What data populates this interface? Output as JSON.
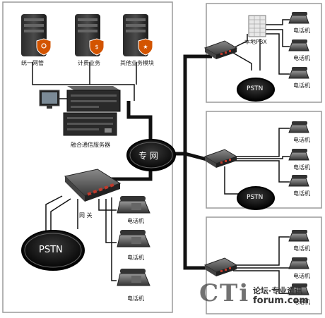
{
  "hq": {
    "servers": [
      {
        "label": "统一网管",
        "icon": "mail-shield-icon"
      },
      {
        "label": "计费业务",
        "icon": "dollar-shield-icon"
      },
      {
        "label": "其他业务模块",
        "icon": "star-shield-icon"
      }
    ],
    "comm_server_label": "融合通信服务器",
    "gateway_label": "网 关",
    "pstn_label": "PSTN",
    "phone_label": "电话机"
  },
  "core": {
    "label": "专 网"
  },
  "branch1": {
    "pbx_label": "本地PBX",
    "pstn_label": "PSTN",
    "phone_label": "电话机"
  },
  "branch2": {
    "pstn_label": "PSTN",
    "phone_label": "电话机"
  },
  "branch3": {
    "phone_label": "电话机"
  },
  "watermark": {
    "logo": "CTi",
    "line1": "论坛·专业资讯",
    "line2": "forum.com"
  },
  "colors": {
    "link": "#111111",
    "router_ports": "#c0392b",
    "panel_border": "#9a9a9a"
  }
}
